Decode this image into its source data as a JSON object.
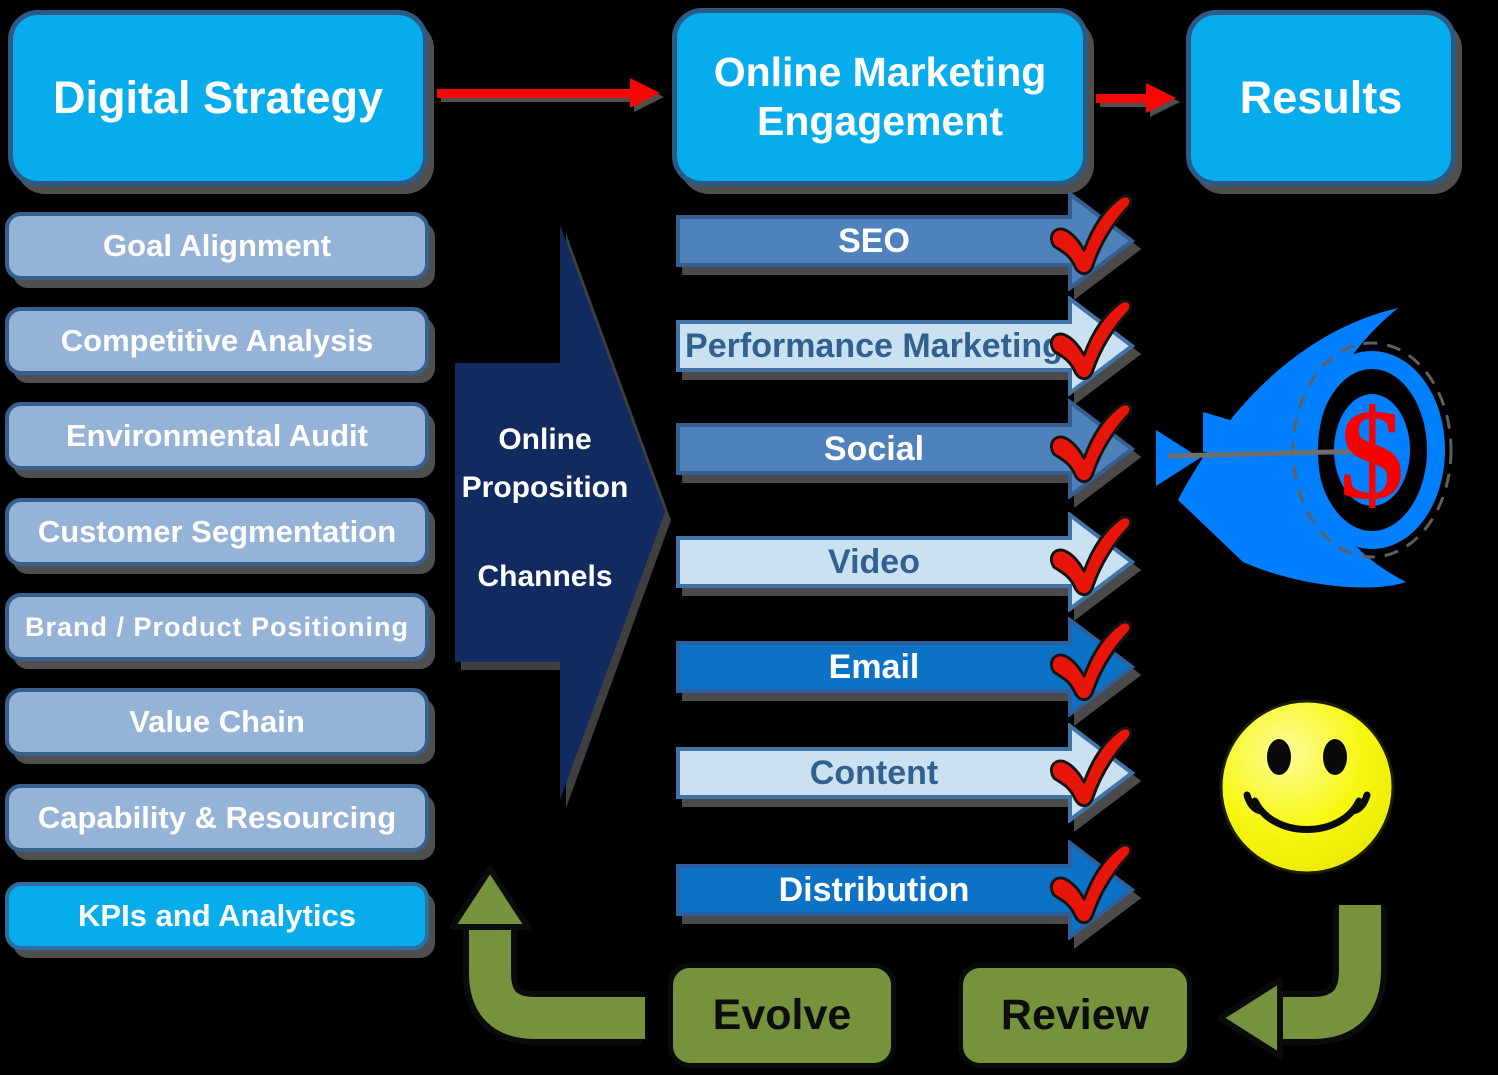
{
  "flow": {
    "digital_strategy": "Digital Strategy",
    "online_marketing_engagement": "Online Marketing Engagement",
    "results": "Results"
  },
  "strategy_items": [
    {
      "label": "Goal Alignment",
      "variant": "periwinkle"
    },
    {
      "label": "Competitive Analysis",
      "variant": "periwinkle"
    },
    {
      "label": "Environmental Audit",
      "variant": "periwinkle"
    },
    {
      "label": "Customer Segmentation",
      "variant": "periwinkle"
    },
    {
      "label": "Brand / Product Positioning",
      "variant": "periwinkle"
    },
    {
      "label": "Value Chain",
      "variant": "periwinkle"
    },
    {
      "label": "Capability & Resourcing",
      "variant": "periwinkle"
    },
    {
      "label": "KPIs and Analytics",
      "variant": "bright-blue"
    }
  ],
  "proposition": {
    "line1": "Online",
    "line2": "Proposition",
    "line3": "Channels"
  },
  "channels": [
    {
      "label": "SEO",
      "variant": "medium-blue",
      "checked": true
    },
    {
      "label": "Performance Marketing",
      "variant": "light-blue",
      "checked": true
    },
    {
      "label": "Social",
      "variant": "medium-blue",
      "checked": true
    },
    {
      "label": "Video",
      "variant": "light-blue",
      "checked": true
    },
    {
      "label": "Email",
      "variant": "dark-blue",
      "checked": true
    },
    {
      "label": "Content",
      "variant": "light-blue",
      "checked": true
    },
    {
      "label": "Distribution",
      "variant": "dark-blue",
      "checked": true
    }
  ],
  "footer": {
    "evolve": "Evolve",
    "review": "Review"
  },
  "icons": {
    "dollar_sign": "$",
    "target": "dart-target-dollar-icon",
    "smiley": "smiley-face-icon",
    "check": "red-check-icon",
    "loop_up": "green-curved-arrow-up-icon",
    "loop_left": "green-curved-arrow-left-icon"
  },
  "colors": {
    "bright_blue": "#07ACEC",
    "periwinkle": "#95B3D7",
    "navy": "#112A60",
    "medium_blue": "#4F81BD",
    "light_blue": "#C9E1F1",
    "dark_blue_banner": "#0B72C6",
    "red": "#FA0505",
    "check_red": "#E8150A",
    "green": "#76923C",
    "smiley_yellow": "#F5F500",
    "icon_blue": "#0080FE",
    "shadow_gray": "#4F4F4F"
  }
}
